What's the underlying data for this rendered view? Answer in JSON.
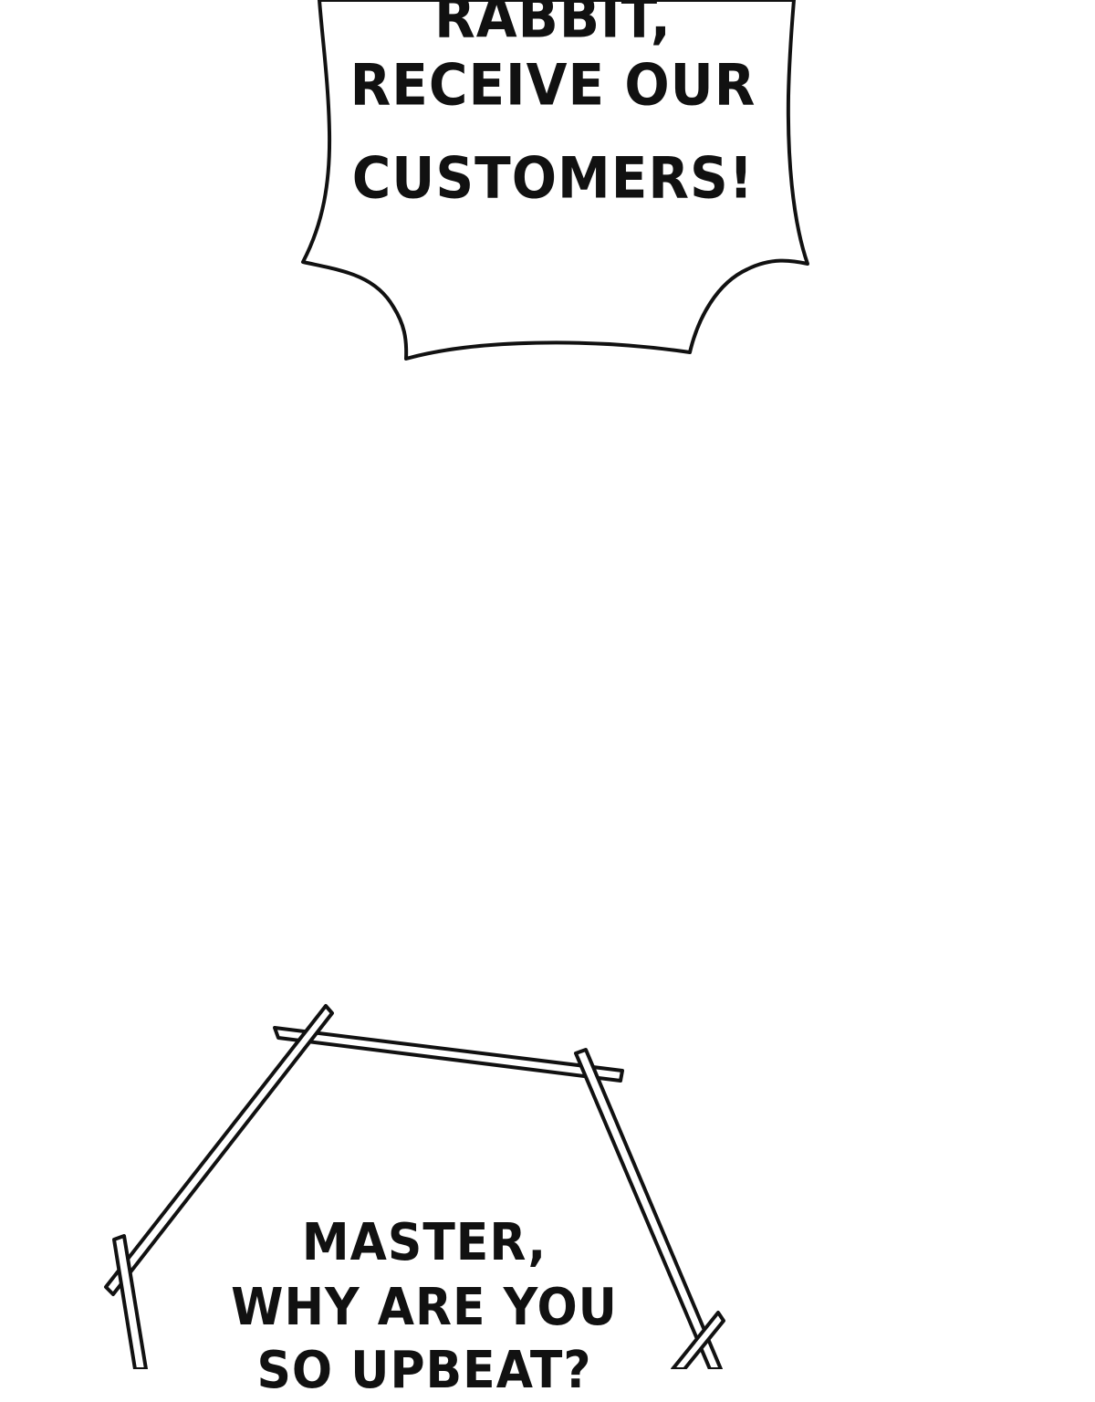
{
  "colors": {
    "background": "#ffffff",
    "ink": "#111111",
    "frame_fill": "#ffffff"
  },
  "speech_bubble": {
    "line1": "RABBIT,",
    "line2": "RECEIVE OUR",
    "line3": "CUSTOMERS!"
  },
  "thought_frame": {
    "line1": "MASTER,",
    "line2": "WHY ARE YOU",
    "line3": "SO UPBEAT?"
  }
}
